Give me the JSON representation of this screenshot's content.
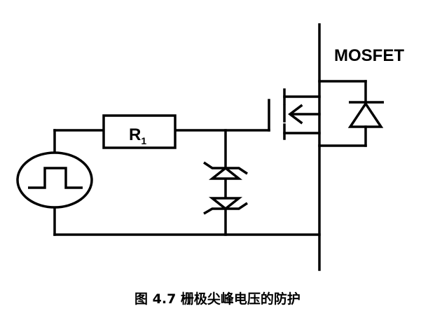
{
  "diagram": {
    "mosfet_label": "MOSFET",
    "resistor_label_main": "R",
    "resistor_label_sub": "1",
    "caption": "图 4.7  栅极尖峰电压的防护"
  }
}
